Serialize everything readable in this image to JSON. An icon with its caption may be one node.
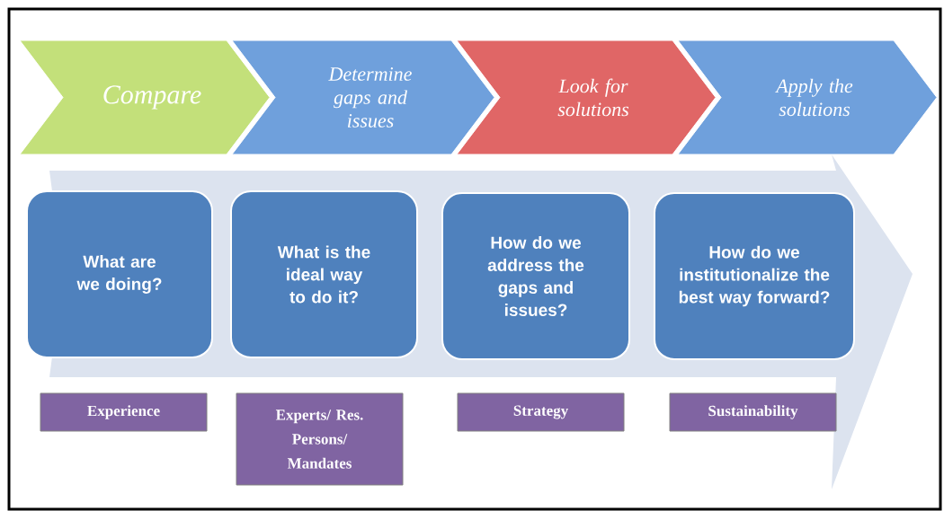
{
  "diagram": {
    "nodes": [
      {
        "text": [
          "Compare"
        ]
      },
      {
        "text": [
          "Determine gaps and issues"
        ]
      },
      {
        "text": [
          "Look for solutions"
        ]
      },
      {
        "text": [
          "Apply the solutions"
        ]
      },
      {
        "text": [
          "What are we doing?"
        ]
      },
      {
        "text": [
          "What is the ideal way to do it?"
        ]
      },
      {
        "text": [
          "How do we address the gaps and issues?"
        ]
      },
      {
        "text": [
          "How do we institutionalize the best way forward?"
        ]
      },
      {
        "text": [
          "Experience"
        ]
      },
      {
        "text": [
          "Experts/ Res. Persons/ Mandates"
        ]
      },
      {
        "text": [
          "Strategy"
        ]
      },
      {
        "text": [
          "Sustainability"
        ]
      }
    ]
  }
}
